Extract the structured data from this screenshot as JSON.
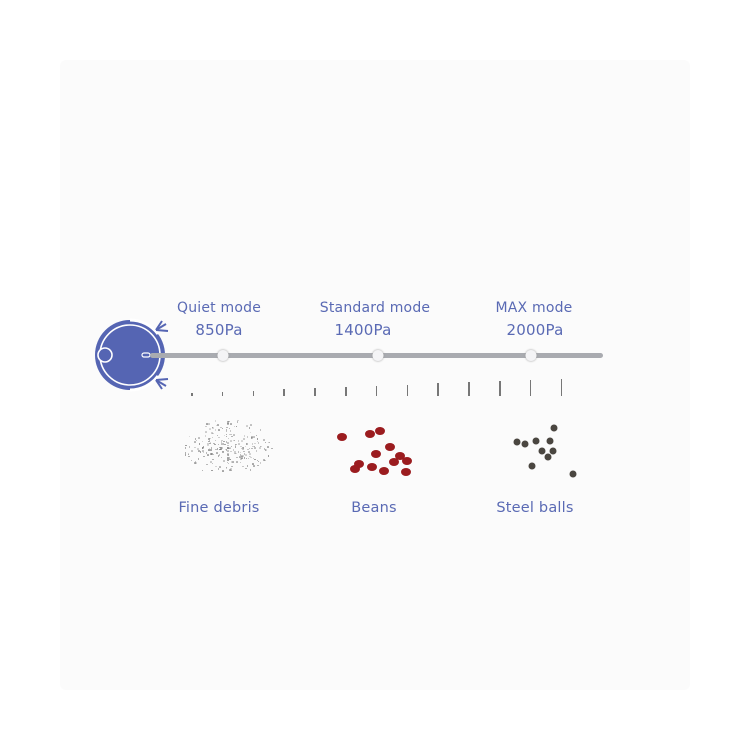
{
  "modes": [
    {
      "name": "Quiet mode",
      "pressure": "850Pa"
    },
    {
      "name": "Standard mode",
      "pressure": "1400Pa"
    },
    {
      "name": "MAX mode",
      "pressure": "2000Pa"
    }
  ],
  "items": [
    {
      "label": "Fine debris",
      "icon": "dust-icon"
    },
    {
      "label": "Beans",
      "icon": "beans-icon"
    },
    {
      "label": "Steel balls",
      "icon": "steel-balls-icon"
    }
  ],
  "colors": {
    "text": "#5a6ab4",
    "robot": "#5565b3",
    "bean": "#9b1c1f",
    "steel": "#4a4640"
  }
}
